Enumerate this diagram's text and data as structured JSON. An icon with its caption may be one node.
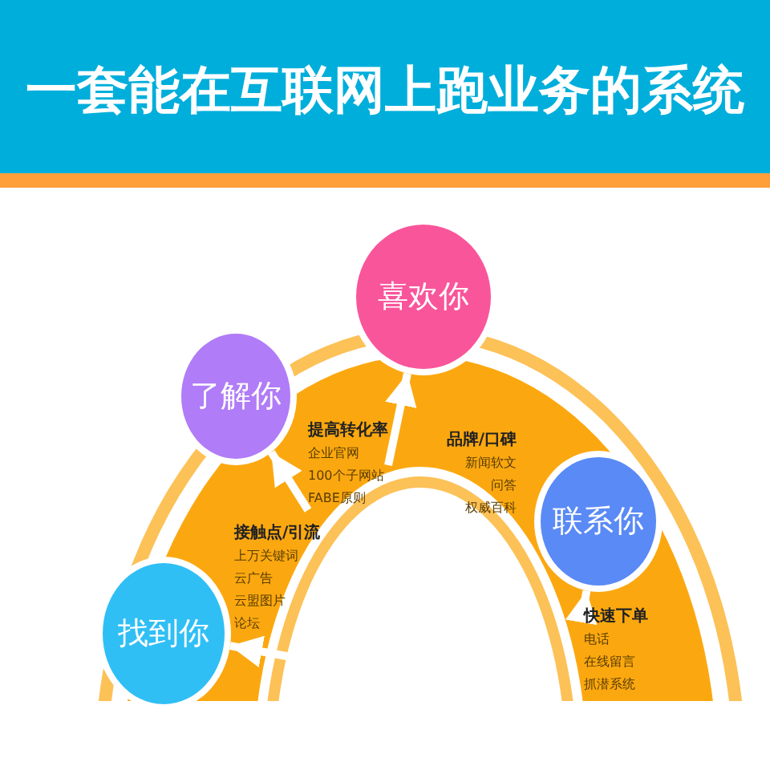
{
  "diagram": {
    "title": "一套能在互联网上跑业务的系统",
    "nodes": [
      {
        "text": [
          "找到你"
        ]
      },
      {
        "text": [
          "了解你"
        ]
      },
      {
        "text": [
          "喜欢你"
        ]
      },
      {
        "text": [
          "联系你"
        ]
      },
      {
        "text": [
          "接触点/引流",
          "上万关键词",
          "云广告",
          "云盟图片",
          "论坛"
        ]
      },
      {
        "text": [
          "提高转化率",
          "企业官网",
          "100个子网站",
          "FABE原则"
        ]
      },
      {
        "text": [
          "品牌/口碑",
          "新闻软文",
          "问答",
          "权威百科"
        ]
      },
      {
        "text": [
          "快速下单",
          "电话",
          "在线留言",
          "抓潜系统"
        ]
      }
    ],
    "edges": [
      {
        "from": 4,
        "to": 0,
        "arrow": "to"
      },
      {
        "from": 5,
        "to": 1,
        "arrow": "to"
      },
      {
        "from": 5,
        "to": 2,
        "arrow": "to"
      },
      {
        "from": 7,
        "to": 3,
        "arrow": "to"
      }
    ]
  }
}
